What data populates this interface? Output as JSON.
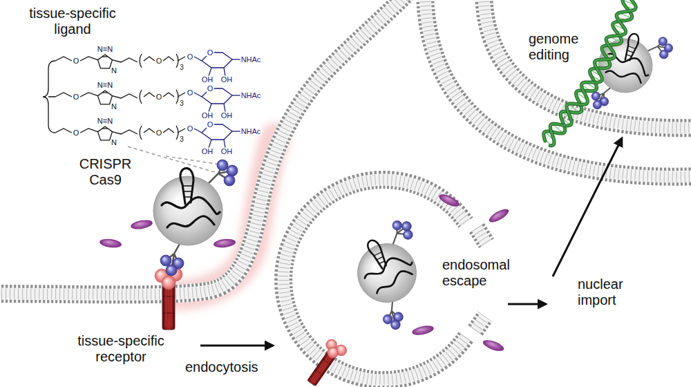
{
  "diagram": {
    "labels": [
      "tissue-specific ligand",
      "O",
      "N=N",
      "N",
      "O",
      "3",
      "O",
      "O",
      "NHAc",
      "OH",
      "OH",
      "O",
      "N=N",
      "N",
      "O",
      "3",
      "O",
      "O",
      "NHAc",
      "OH",
      "OH",
      "O",
      "N=N",
      "N",
      "O",
      "3",
      "O",
      "O",
      "NHAc",
      "OH",
      "OH",
      "CRISPR Cas9",
      "tissue-specific receptor",
      "endocytosis",
      "endosomal escape",
      "nuclear import",
      "genome editing"
    ]
  }
}
